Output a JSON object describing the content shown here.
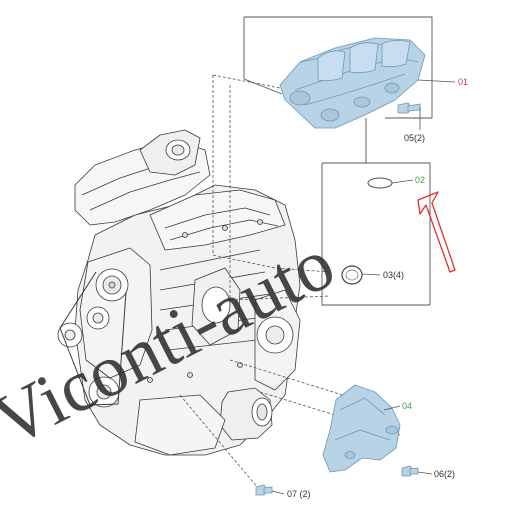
{
  "callouts": {
    "p01": "01",
    "p02": "02",
    "p03": "03(4)",
    "p04": "04",
    "p05": "05(2)",
    "p06": "06(2)",
    "p07": "07 (2)"
  },
  "watermark": "Viconti-auto",
  "colors": {
    "part_fill": "#b9d3e6",
    "part_edge": "#6f97b6",
    "engine_fill": "#f2f2f2",
    "engine_edge": "#3a3a3a",
    "callout_red": "#d2384b",
    "callout_green": "#3aa04a",
    "callout_dark": "#333333",
    "arrow_red": "#e03030",
    "watermark": "#333333"
  }
}
